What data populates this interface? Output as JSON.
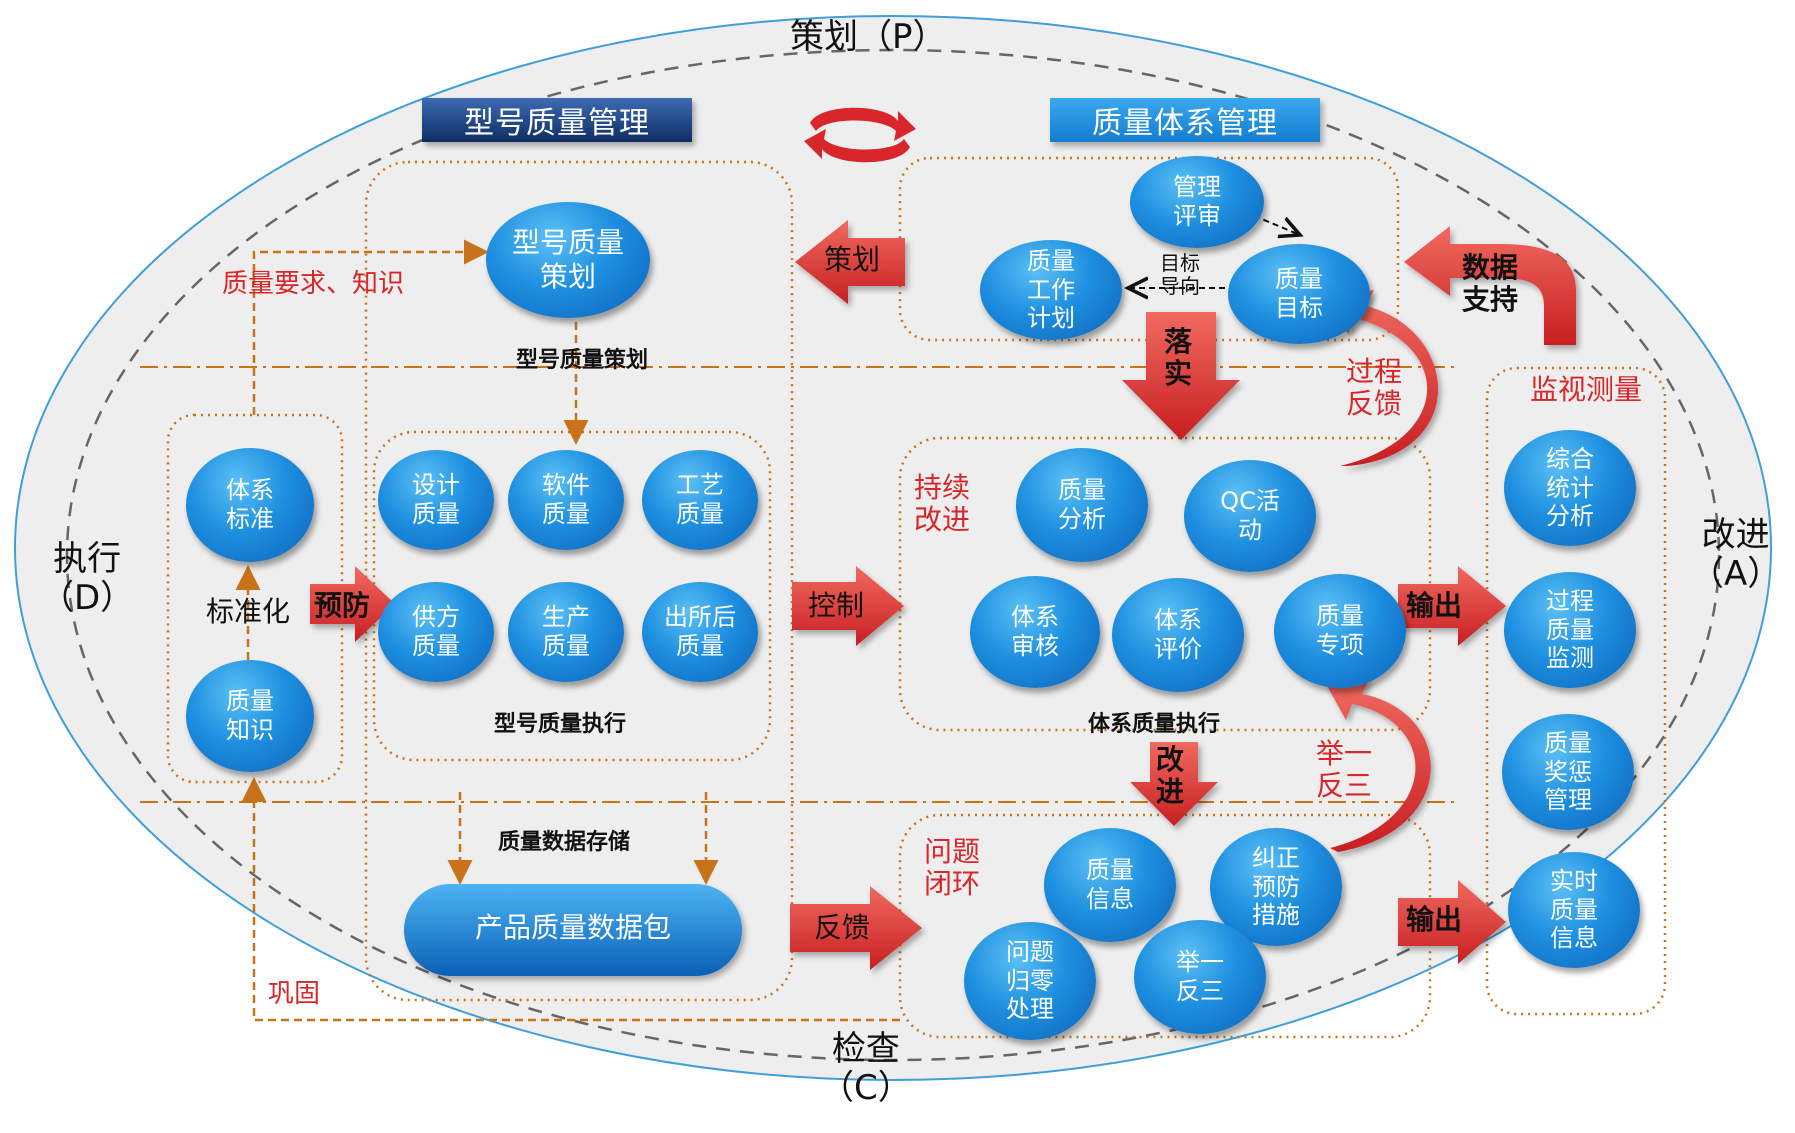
{
  "cycle": {
    "plan": "策划（P）",
    "do": "执行\n（D）",
    "check": "检查\n（C）",
    "act": "改进\n（A）"
  },
  "headers": {
    "model_quality": "型号质量管理",
    "system_quality": "质量体系管理"
  },
  "model_mgmt": {
    "planning_ellipse": "型号质量\n策划",
    "planning_label": "型号质量策划",
    "requirement_label": "质量要求、知识",
    "execution_label": "型号质量执行",
    "execution_items": [
      "设计\n质量",
      "软件\n质量",
      "工艺\n质量",
      "供方\n质量",
      "生产\n质量",
      "出所后\n质量"
    ],
    "storage_label": "质量数据存储",
    "data_package": "产品质量数据包",
    "consolidate_label": "巩固"
  },
  "standard": {
    "system_standard": "体系\n标准",
    "quality_knowledge": "质量\n知识",
    "standardize_label": "标准化"
  },
  "system_mgmt": {
    "management_review": "管理\n评审",
    "quality_plan": "质量\n工作\n计划",
    "quality_goal": "质量\n目标",
    "goal_oriented": "目标\n导向",
    "data_support": "数据\n支持"
  },
  "continuous": {
    "title": "持续\n改进",
    "items": [
      "质量\n分析",
      "QC活\n动",
      "体系\n审核",
      "体系\n评价",
      "质量\n专项"
    ],
    "execution_label": "体系质量执行"
  },
  "closed_loop": {
    "title": "问题\n闭环",
    "items": [
      "质量\n信息",
      "纠正\n预防\n措施",
      "问题\n归零\n处理",
      "举一\n反三"
    ]
  },
  "monitoring": {
    "title": "监视测量",
    "items": [
      "综合\n统计\n分析",
      "过程\n质量\n监测",
      "质量\n奖惩\n管理",
      "实时\n质量\n信息"
    ]
  },
  "arrows": {
    "plan": "策划",
    "implement": "落\n实",
    "control": "控制",
    "feedback": "反馈",
    "prevent": "预防",
    "output1": "输出",
    "output2": "输出",
    "improve": "改\n进",
    "process_feedback": "过程\n反馈",
    "draw_inferences": "举一\n反三"
  },
  "colors": {
    "circle_blue": "#1e8fe0",
    "frame_orange": "#c8731a",
    "arrow_red": "#d9262b",
    "header_navy": "#13407d",
    "header_blue": "#1d8fe0",
    "ellipse_fill": "#eeeeee",
    "ellipse_border": "#3f9fd8"
  }
}
